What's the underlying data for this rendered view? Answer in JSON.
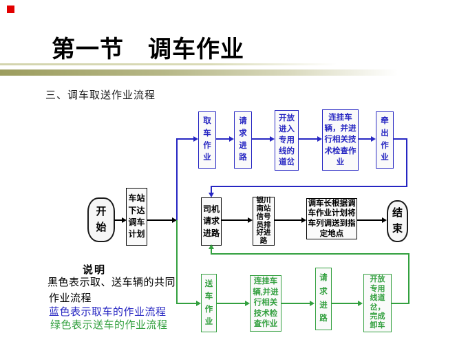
{
  "slide": {
    "title": "第一节　调车作业",
    "subtitle": "三、调车取送作业流程"
  },
  "colors": {
    "red": "#e20000",
    "blue": "#2626c2",
    "green": "#33a03f",
    "black": "#000000"
  },
  "flow": {
    "start": "开\n始",
    "end": "结\n束",
    "plan": "车站\n下达\n调车\n计划",
    "driver": "司机\n请求\n进路",
    "signal": "银川\n南站\n信号\n员排\n好进\n路",
    "leader": "调车长根据调\n车作业计划将\n车列调送到指\n定地点",
    "pick1": "取\n车\n作\n业",
    "pick2": "请\n求\n进\n路",
    "pick3": "开放\n进入\n专用\n线的\n道岔",
    "pick4": "连挂车\n辆，并进\n行相关技\n术检查作\n业",
    "pick5": "牵\n出\n作\n业",
    "send1": "送\n车\n作\n业",
    "send2": "连挂车\n辆,并进\n行相关\n技术检\n查作业",
    "send3": "请\n求\n进\n路",
    "send4": "开放\n专用\n线道\n岔，\n完成\n卸车"
  },
  "legend": {
    "heading": "说明",
    "line1": "黑色表示取、送车辆的共同",
    "line2": "作业流程",
    "line3": "蓝色表示取车的作业流程",
    "line4": "绿色表示送车的作业流程"
  }
}
